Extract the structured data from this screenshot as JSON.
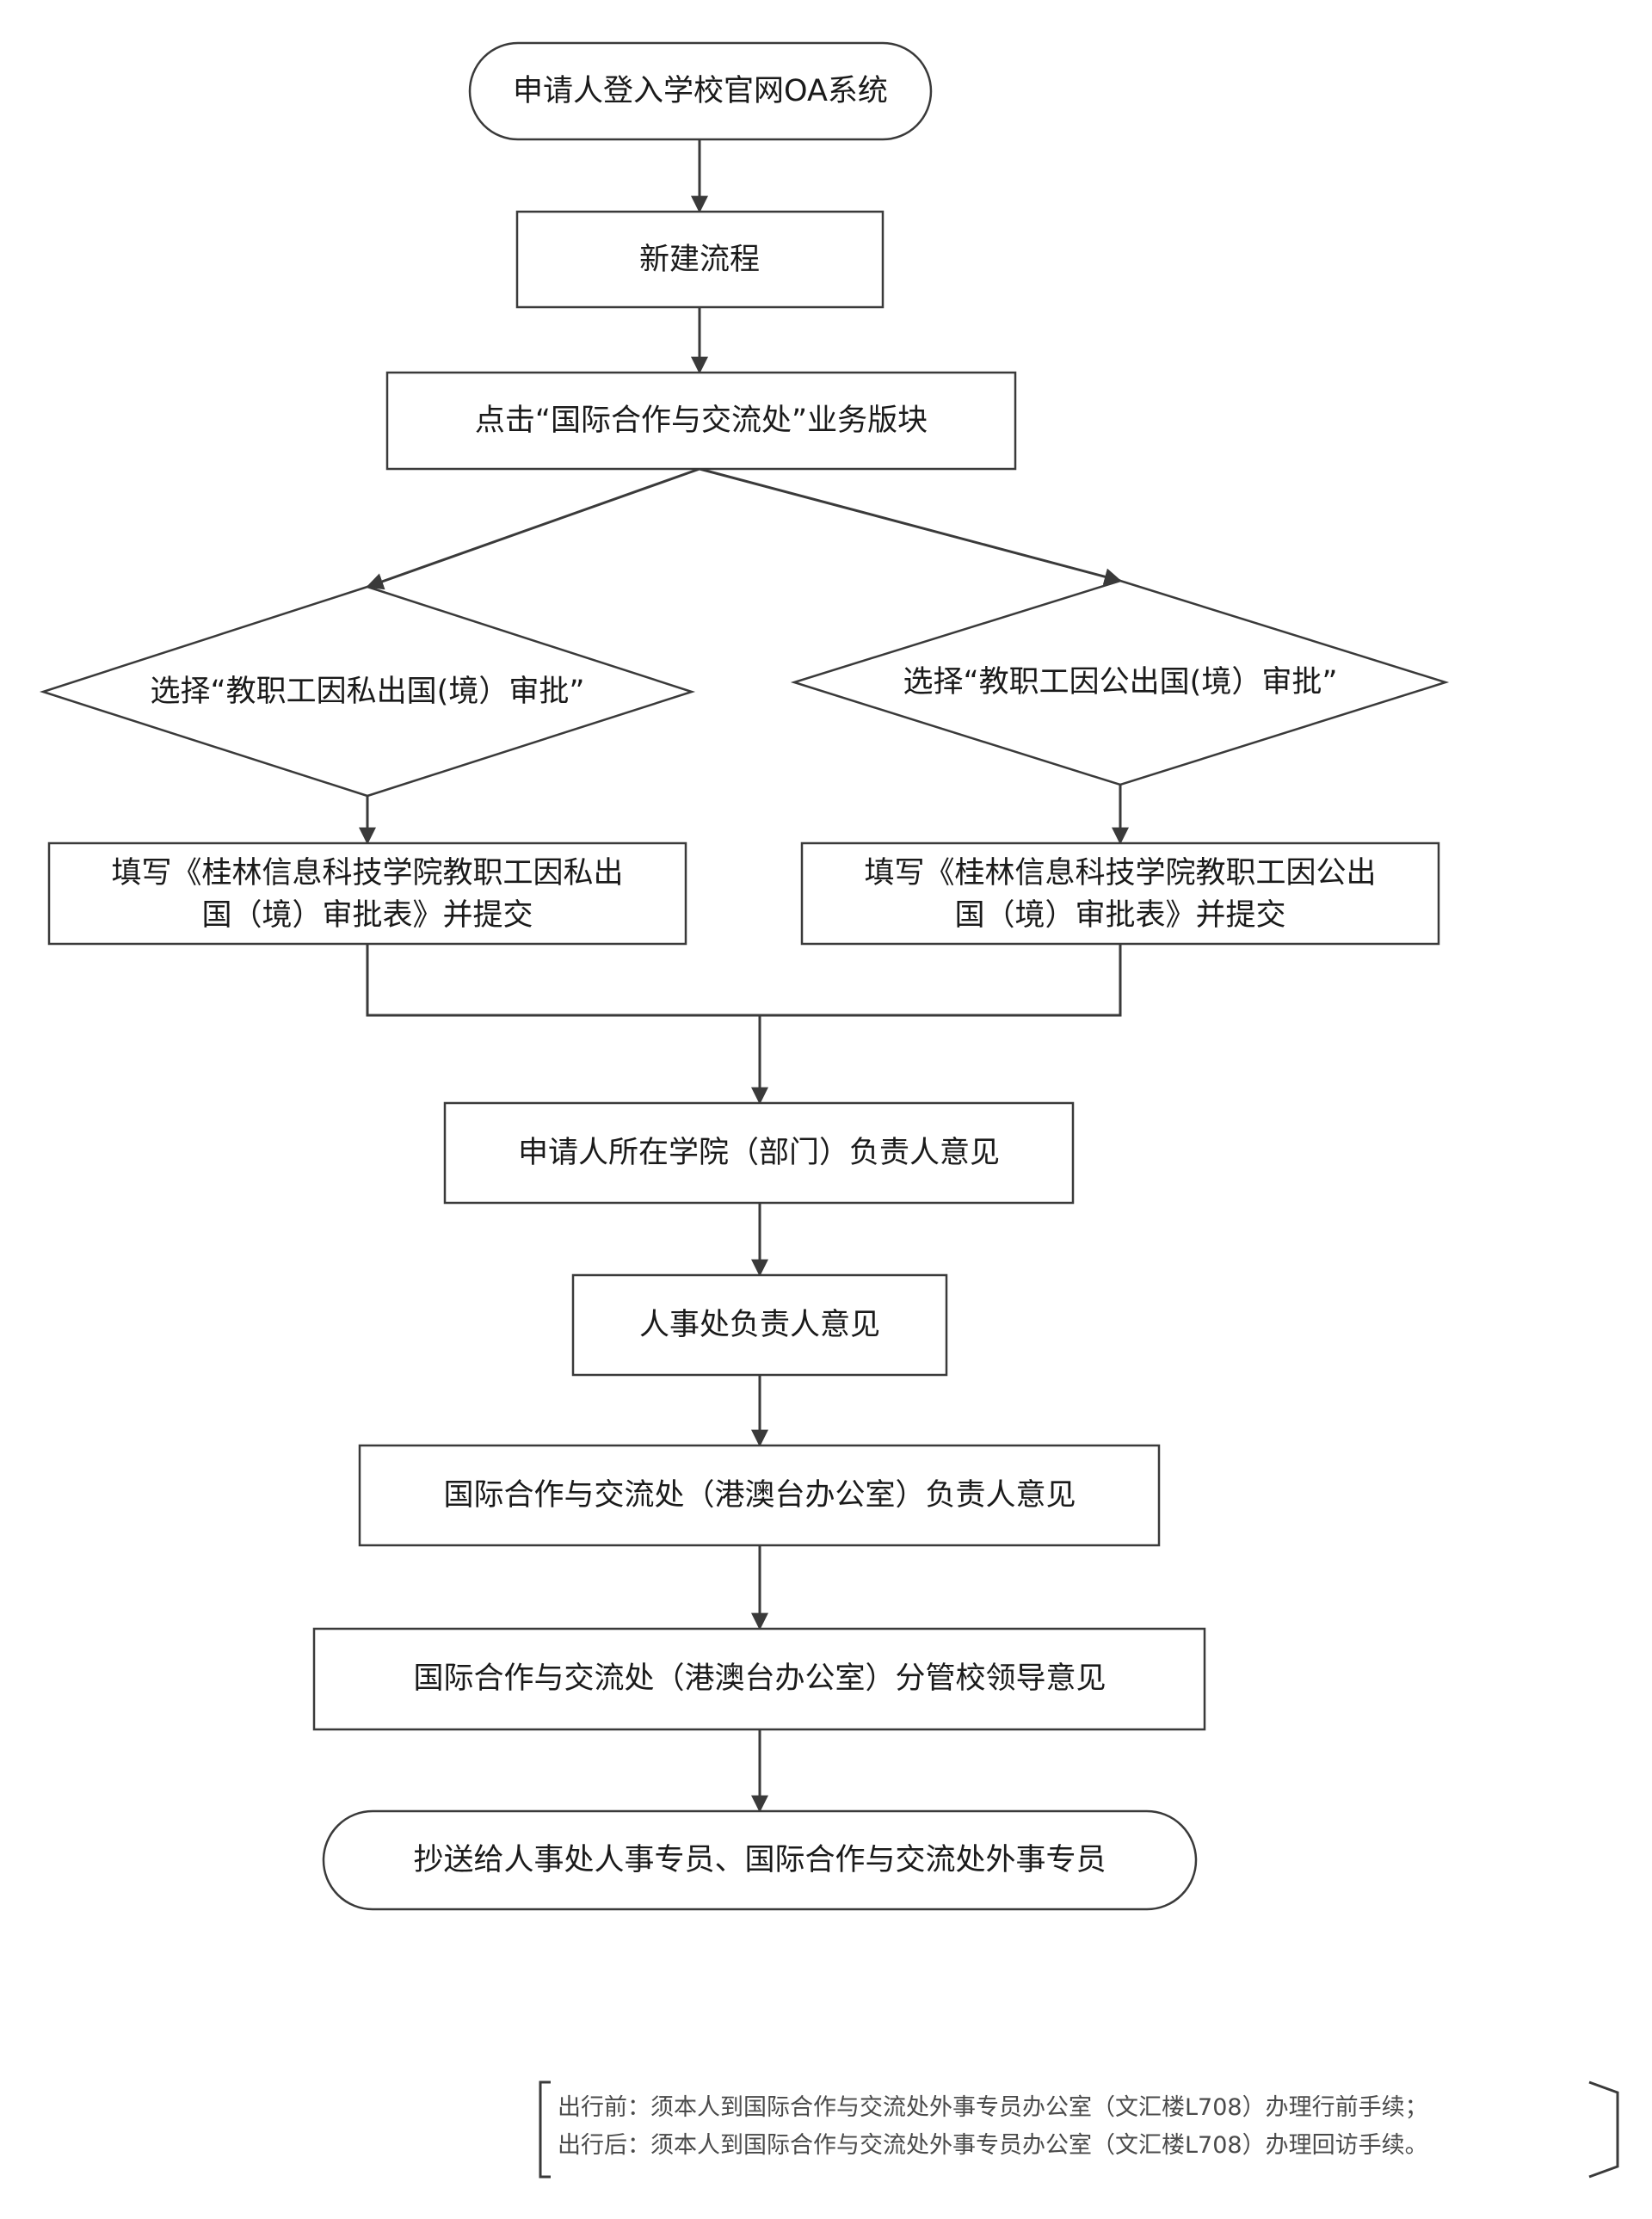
{
  "nodes": {
    "start": "申请人登入学校官网OA系统",
    "new_process": "新建流程",
    "click_module": "点击“国际合作与交流处”业务版块",
    "choose_private": "选择“教职工因私出国(境）审批”",
    "choose_public": "选择“教职工因公出国(境）审批”",
    "form_private_line1": "填写《桂林信息科技学院教职工因私出",
    "form_private_line2": "国（境）审批表》并提交",
    "form_public_line1": "填写《桂林信息科技学院教职工因公出",
    "form_public_line2": "国（境）审批表》并提交",
    "dept_opinion": "申请人所在学院（部门）负责人意见",
    "hr_opinion": "人事处负责人意见",
    "intl_opinion": "国际合作与交流处（港澳台办公室）负责人意见",
    "leader_opinion": "国际合作与交流处（港澳台办公室）分管校领导意见",
    "end": "抄送给人事处人事专员、国际合作与交流处外事专员"
  },
  "notes": {
    "before": "出行前：须本人到国际合作与交流处外事专员办公室（文汇楼L708）办理行前手续；",
    "after": "出行后：须本人到国际合作与交流处外事专员办公室（文汇楼L708）办理回访手续。"
  }
}
